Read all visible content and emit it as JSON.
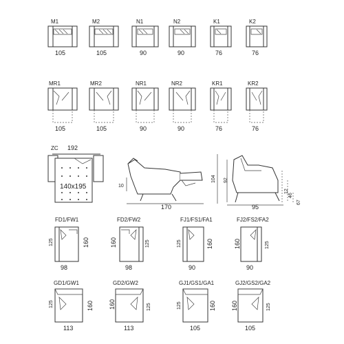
{
  "row1": [
    {
      "code": "M1",
      "width": "105"
    },
    {
      "code": "M2",
      "width": "105"
    },
    {
      "code": "N1",
      "width": "90"
    },
    {
      "code": "N2",
      "width": "90"
    },
    {
      "code": "K1",
      "width": "76"
    },
    {
      "code": "K2",
      "width": "76"
    }
  ],
  "row2": [
    {
      "code": "MR1",
      "width": "105"
    },
    {
      "code": "MR2",
      "width": "105"
    },
    {
      "code": "NR1",
      "width": "90"
    },
    {
      "code": "NR2",
      "width": "90"
    },
    {
      "code": "KR1",
      "width": "76"
    },
    {
      "code": "KR2",
      "width": "76"
    }
  ],
  "bed": {
    "code": "ZC",
    "length": "192",
    "mattress": "140x195"
  },
  "recliner": {
    "height": "10",
    "length": "170"
  },
  "armchair": {
    "total_height": "104",
    "height_92": "92",
    "seat": "46",
    "leg": "12",
    "arm": "67",
    "depth": "95"
  },
  "row3": [
    {
      "code": "FD1/FW1",
      "depth": "125",
      "length": "160",
      "width": "98"
    },
    {
      "code": "FD2/FW2",
      "depth": "125",
      "length": "160",
      "width": "98"
    },
    {
      "code": "FJ1/FS1/FA1",
      "depth": "125",
      "length": "160",
      "width": "90"
    },
    {
      "code": "FJ2/FS2/FA2",
      "depth": "125",
      "length": "160",
      "width": "90"
    }
  ],
  "row4": [
    {
      "code": "GD1/GW1",
      "depth": "125",
      "length": "160",
      "width": "113"
    },
    {
      "code": "GD2/GW2",
      "depth": "125",
      "length": "160",
      "width": "113"
    },
    {
      "code": "GJ1/GS1/GA1",
      "depth": "125",
      "length": "160",
      "width": "105"
    },
    {
      "code": "GJ2/GS2/GA2",
      "depth": "125",
      "length": "160",
      "width": "105"
    }
  ]
}
